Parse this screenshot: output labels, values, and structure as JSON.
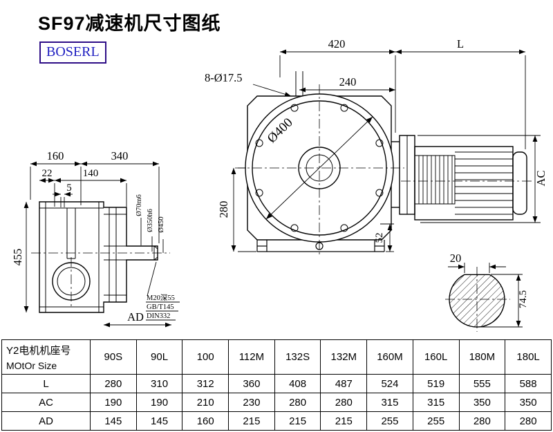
{
  "title": "SF97减速机尺寸图纸",
  "logo_text": "BOSERL",
  "dims": {
    "top_420": "420",
    "top_L": "L",
    "holes": "8-Ø17.5",
    "top_240": "240",
    "d400": "Ø400",
    "v280": "280",
    "v52": "52",
    "ac": "AC",
    "left_160": "160",
    "left_340": "340",
    "left_22": "22",
    "left_140": "140",
    "left_5": "5",
    "left_455": "455",
    "ad": "AD",
    "d70": "Ø70m6",
    "d350": "Ø350h6",
    "d450": "Ø450",
    "note1": "M20深55",
    "note2": "GB/T145",
    "note3": "DIN332",
    "shaft_20": "20",
    "shaft_745": "74.5"
  },
  "table": {
    "header_cn": "Y2电机机座号",
    "header_en": "MOtOr Size",
    "sizes": [
      "90S",
      "90L",
      "100",
      "112M",
      "132S",
      "132M",
      "160M",
      "160L",
      "180M",
      "180L"
    ],
    "rows": [
      {
        "label": "L",
        "values": [
          "280",
          "310",
          "312",
          "360",
          "408",
          "487",
          "524",
          "519",
          "555",
          "588"
        ]
      },
      {
        "label": "AC",
        "values": [
          "190",
          "190",
          "210",
          "230",
          "280",
          "280",
          "315",
          "315",
          "350",
          "350"
        ]
      },
      {
        "label": "AD",
        "values": [
          "145",
          "145",
          "160",
          "215",
          "215",
          "215",
          "255",
          "255",
          "280",
          "280"
        ]
      }
    ]
  }
}
